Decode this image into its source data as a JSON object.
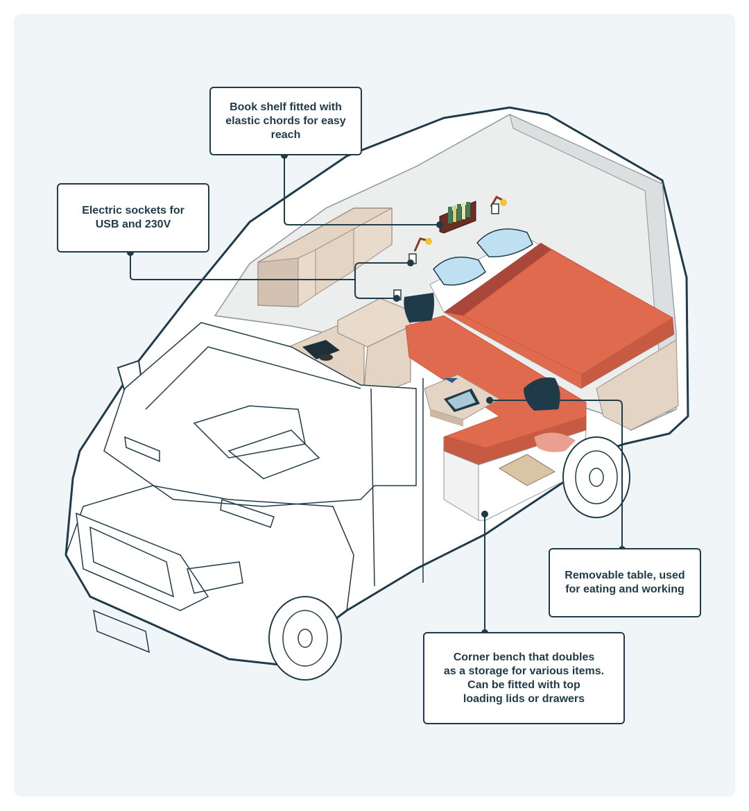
{
  "callouts": {
    "bookshelf": "Book shelf fitted with\nelastic chords for easy\nreach",
    "sockets": "Electric sockets for\nUSB and 230V",
    "table": "Removable table, used\nfor eating and working",
    "bench": "Corner bench that doubles\nas a storage for various items.\nCan be fitted with top\nloading lids or drawers"
  },
  "colors": {
    "outline": "#1f3b4a",
    "background": "#f0f5f8",
    "mattress": "#e06a4e",
    "mattress_dark": "#a9473b",
    "cabinet": "#e3d4c4",
    "cushion": "#1f3b4a",
    "pillow": "#bfe0f0"
  }
}
